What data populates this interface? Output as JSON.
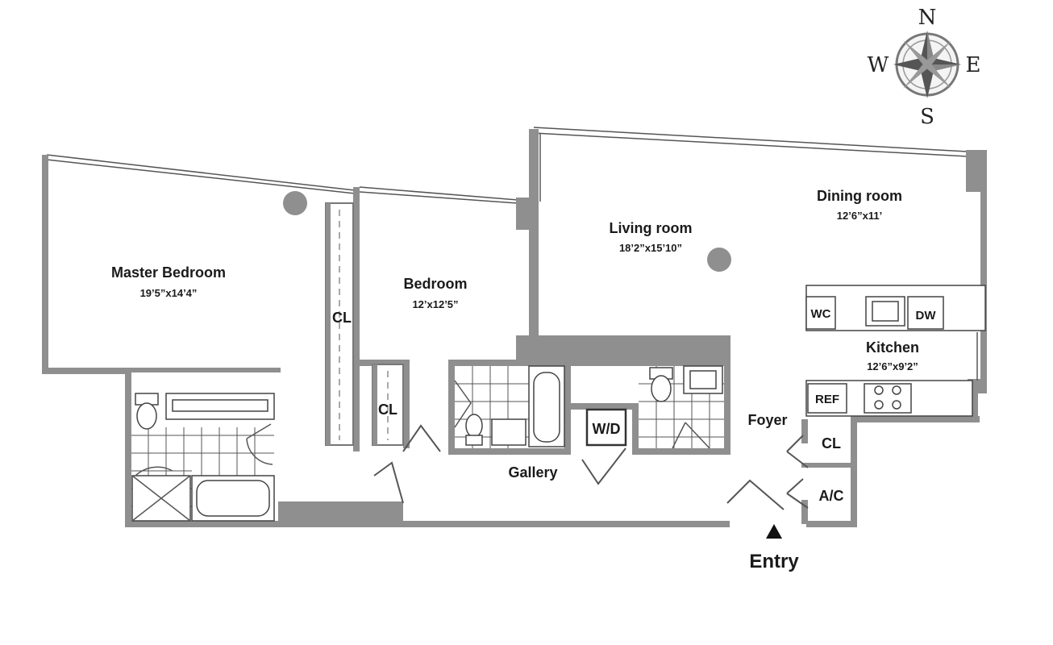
{
  "compass": {
    "north": "N",
    "south": "S",
    "east": "E",
    "west": "W"
  },
  "rooms": {
    "master_bedroom": {
      "name": "Master Bedroom",
      "dims": "19’5”x14’4”"
    },
    "bedroom": {
      "name": "Bedroom",
      "dims": "12’x12’5”"
    },
    "living_room": {
      "name": "Living room",
      "dims": "18’2”x15’10”"
    },
    "dining_room": {
      "name": "Dining room",
      "dims": "12’6”x11’"
    },
    "kitchen": {
      "name": "Kitchen",
      "dims": "12’6”x9’2”"
    }
  },
  "labels": {
    "cl_master": "CL",
    "cl_bedroom": "CL",
    "cl_foyer": "CL",
    "wd": "W/D",
    "wc": "WC",
    "dw": "DW",
    "ref": "REF",
    "ac": "A/C",
    "foyer": "Foyer",
    "gallery": "Gallery",
    "entry": "Entry"
  }
}
